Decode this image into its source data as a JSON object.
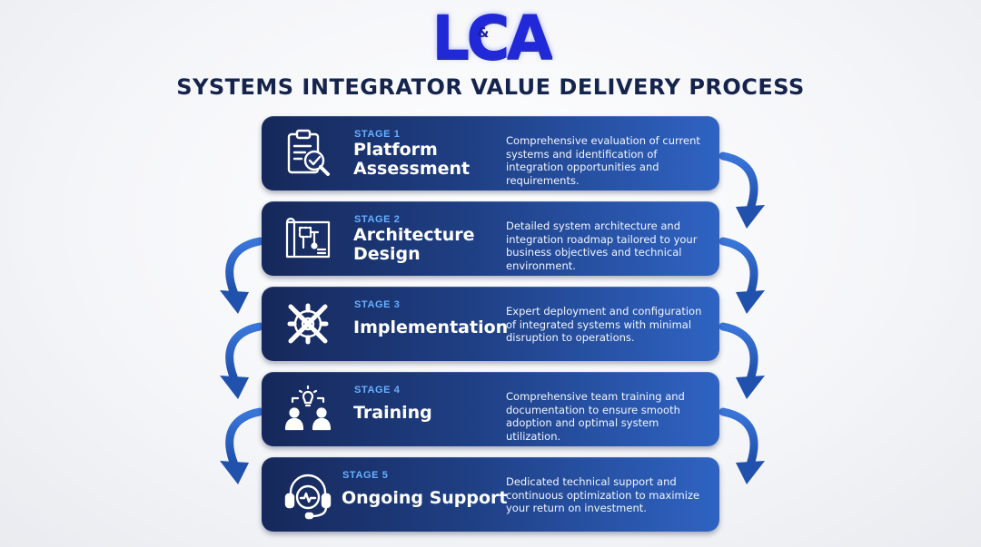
{
  "logo": {
    "letters": "LCA",
    "ampersand": "&"
  },
  "title": "SYSTEMS INTEGRATOR VALUE DELIVERY PROCESS",
  "colors": {
    "card_dark": "#16285a",
    "card_light": "#2f63c2",
    "stage_label": "#68b0ff",
    "title": "#15244d",
    "logo": "#2128d8",
    "arrow": "#2d63c8"
  },
  "stages": [
    {
      "label": "STAGE 1",
      "title_line1": "Platform",
      "title_line2": "Assessment",
      "description": "Comprehensive evaluation of current systems and identification of integration opportunities and requirements.",
      "icon": "clipboard-check-icon"
    },
    {
      "label": "STAGE 2",
      "title_line1": "Architecture",
      "title_line2": "Design",
      "description": "Detailed system architecture and integration roadmap tailored to your business objectives and technical environment.",
      "icon": "blueprint-icon"
    },
    {
      "label": "STAGE 3",
      "title_line1": "Implementation",
      "description": "Expert deployment and configuration of integrated systems with minimal disruption to operations.",
      "icon": "gear-wrench-icon"
    },
    {
      "label": "STAGE 4",
      "title_line1": "Training",
      "description": "Comprehensive team training and documentation to ensure smooth adoption and optimal system utilization.",
      "icon": "team-lightbulb-icon"
    },
    {
      "label": "STAGE 5",
      "title_line1": "Ongoing Support",
      "description": "Dedicated technical support and continuous optimization to maximize your return on investment.",
      "icon": "headset-support-icon"
    }
  ]
}
